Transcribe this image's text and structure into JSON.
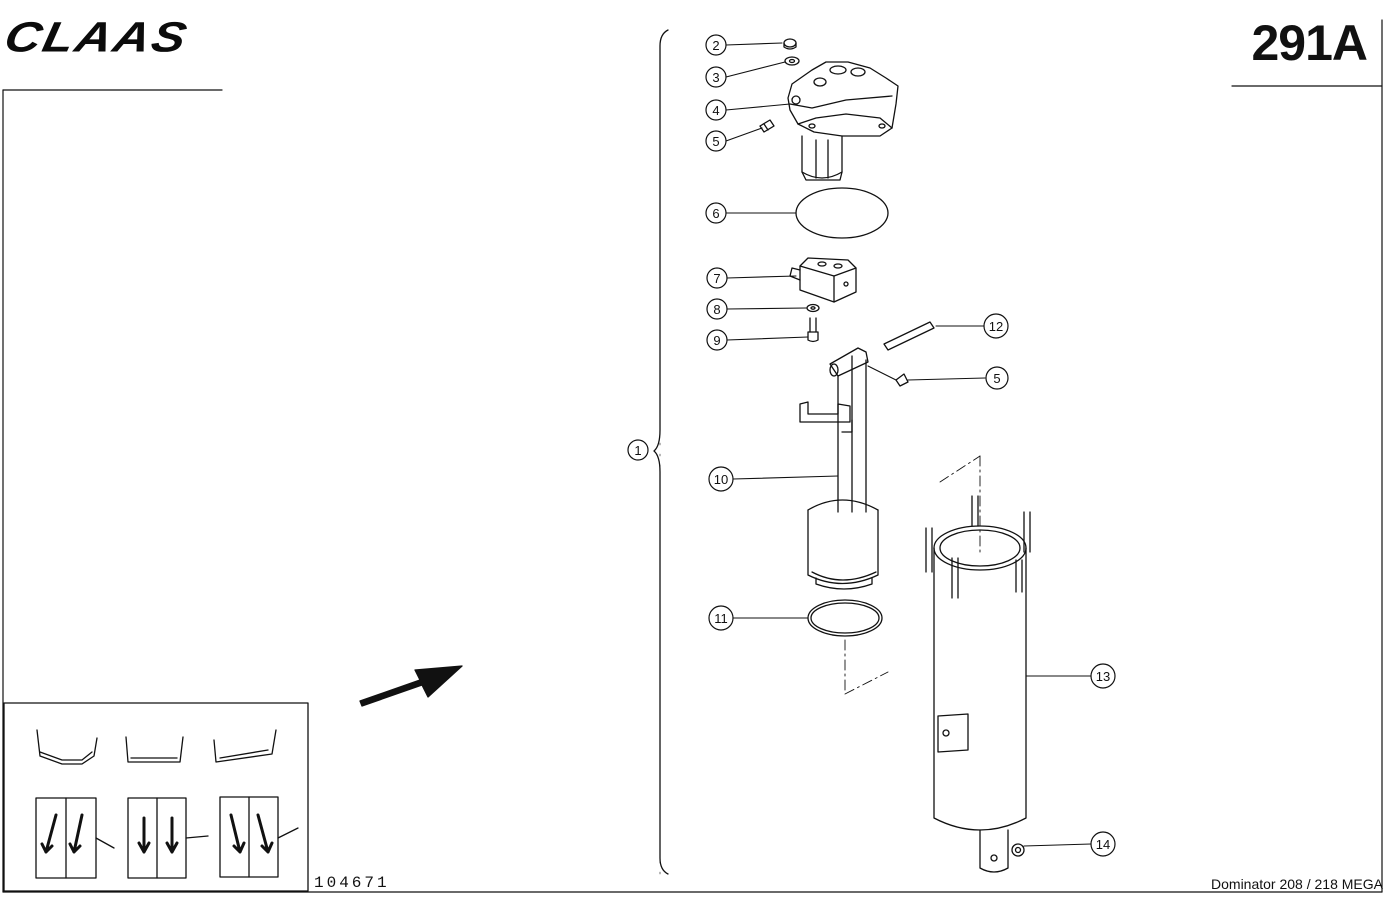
{
  "header": {
    "logo": "CLAAS",
    "page_number": "291A"
  },
  "footer": {
    "drawing_number": "104671",
    "model": "Dominator 208 / 218 MEGA"
  },
  "callouts": [
    {
      "id": "c2",
      "label": "2"
    },
    {
      "id": "c3",
      "label": "3"
    },
    {
      "id": "c4",
      "label": "4"
    },
    {
      "id": "c5a",
      "label": "5"
    },
    {
      "id": "c6",
      "label": "6"
    },
    {
      "id": "c7",
      "label": "7"
    },
    {
      "id": "c8",
      "label": "8"
    },
    {
      "id": "c9",
      "label": "9"
    },
    {
      "id": "c12",
      "label": "12"
    },
    {
      "id": "c5b",
      "label": "5"
    },
    {
      "id": "c1",
      "label": "1"
    },
    {
      "id": "c10",
      "label": "10"
    },
    {
      "id": "c11",
      "label": "11"
    },
    {
      "id": "c13",
      "label": "13"
    },
    {
      "id": "c14",
      "label": "14"
    }
  ],
  "colors": {
    "ink": "#111111",
    "paper": "#ffffff"
  }
}
